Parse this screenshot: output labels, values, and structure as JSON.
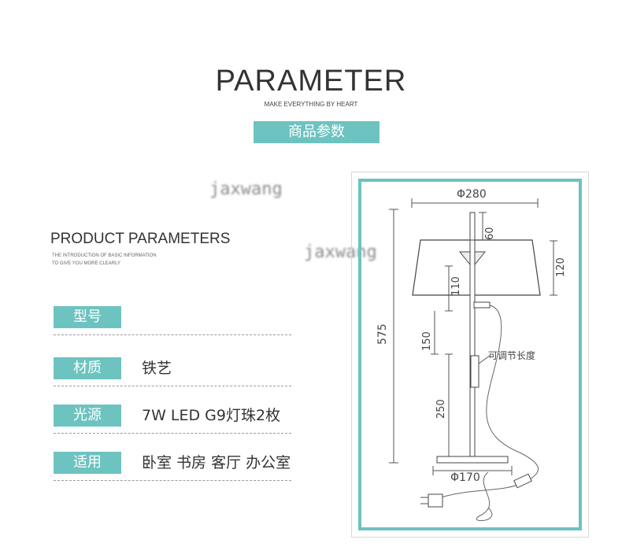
{
  "header": {
    "title": "PARAMETER",
    "subtitle": "MAKE EVERYTHING BY HEART",
    "tag": "商品参数"
  },
  "watermark": "jaxwang",
  "product": {
    "title": "PRODUCT PARAMETERS",
    "intro_line1": "THE INTRODUCTION OF BASIC INFORMATION",
    "intro_line2": "TO GIVE YOU MORE CLEARLY",
    "rows": [
      {
        "label": "型号",
        "value": ""
      },
      {
        "label": "材质",
        "value": "铁艺"
      },
      {
        "label": "光源",
        "value": "7W LED G9灯珠2枚"
      },
      {
        "label": "适用",
        "value": "卧室 书房 客厅 办公室"
      }
    ]
  },
  "diagram": {
    "shade_diameter": "Φ280",
    "top_height": "60",
    "shade_height": "120",
    "upper_gap": "110",
    "total_height": "575",
    "mid_section": "150",
    "lower_section": "250",
    "base_diameter": "Φ170",
    "adjustable_note": "可调节长度"
  },
  "colors": {
    "accent": "#6cc3bf",
    "text": "#333333"
  }
}
